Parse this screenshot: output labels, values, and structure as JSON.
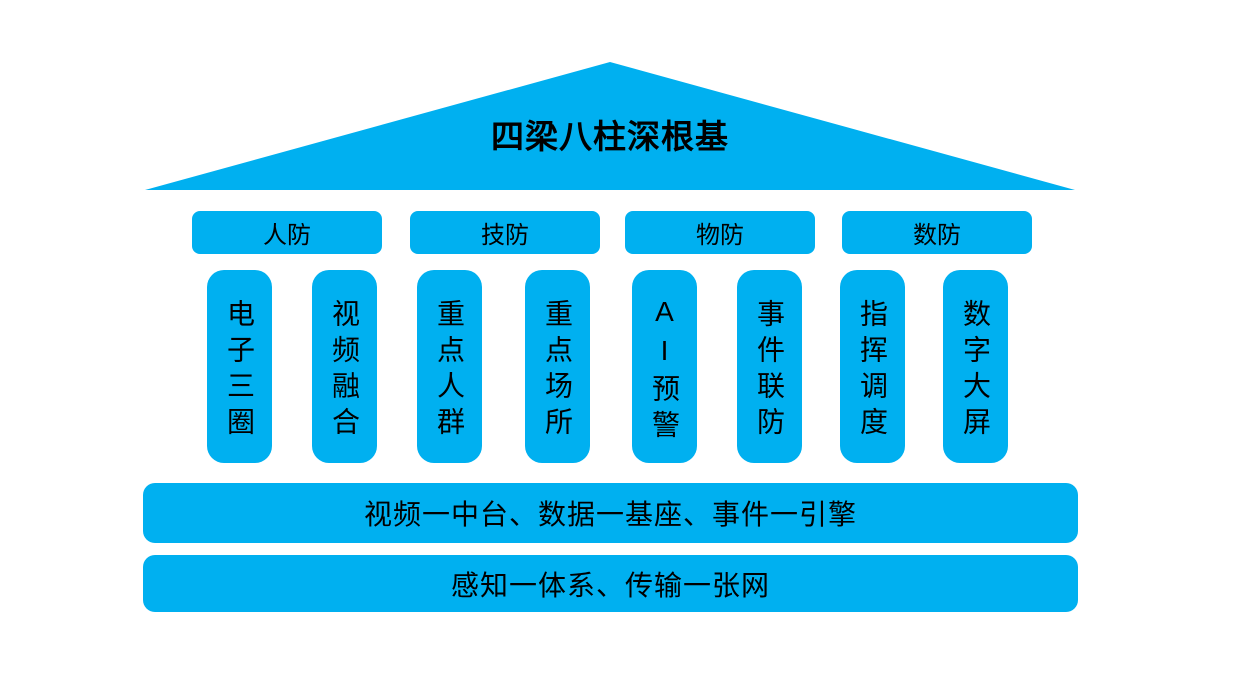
{
  "page": {
    "background_color": "#ffffff",
    "accent_color": "#00B0F0",
    "text_color": "#000000"
  },
  "roof": {
    "title": "四梁八柱深根基"
  },
  "beams": [
    {
      "label": "人防"
    },
    {
      "label": "技防"
    },
    {
      "label": "物防"
    },
    {
      "label": "数防"
    }
  ],
  "pillars": [
    {
      "label": "电子三圈"
    },
    {
      "label": "视频融合"
    },
    {
      "label": "重点人群"
    },
    {
      "label": "重点场所"
    },
    {
      "label": "AI预警"
    },
    {
      "label": "事件联防"
    },
    {
      "label": "指挥调度"
    },
    {
      "label": "数字大屏"
    }
  ],
  "foundation": [
    {
      "label": "视频一中台、数据一基座、事件一引擎"
    },
    {
      "label": "感知一体系、传输一张网"
    }
  ]
}
